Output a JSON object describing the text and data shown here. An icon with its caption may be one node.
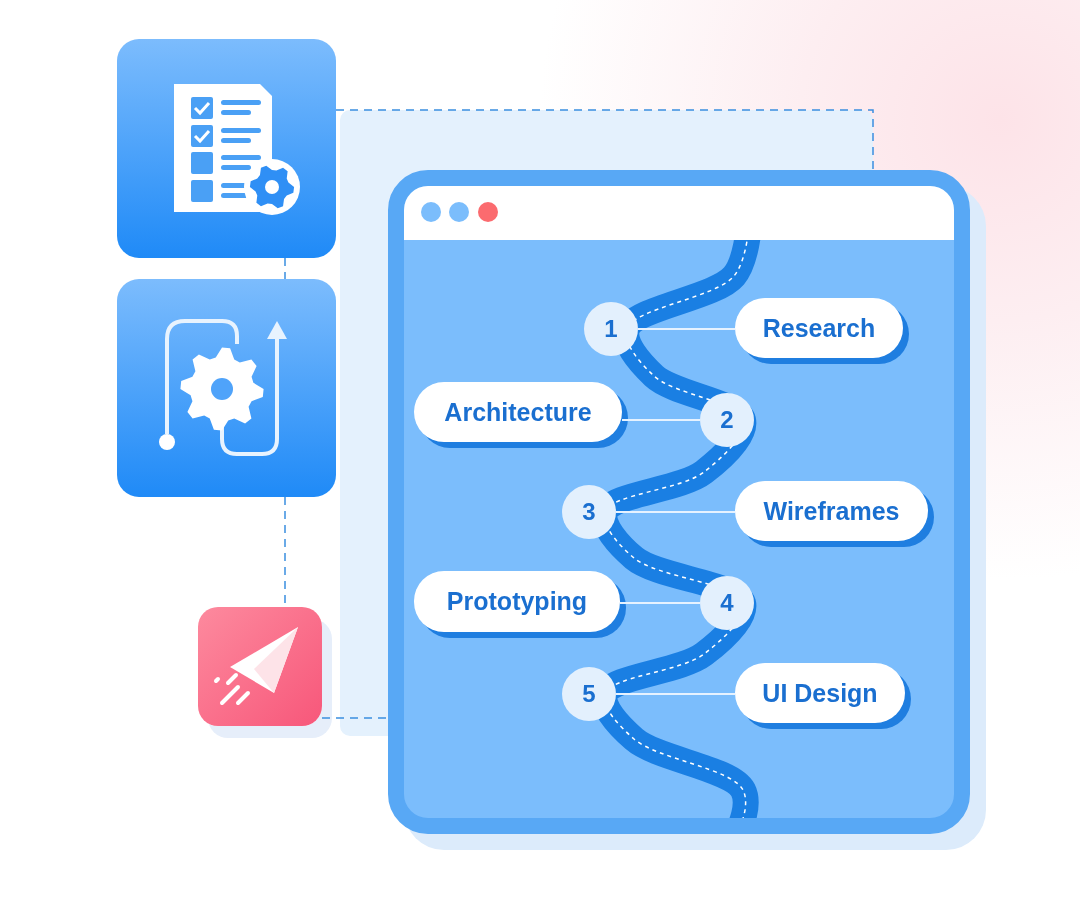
{
  "diagram": {
    "nodes": [
      {
        "text": [],
        "shape": "box"
      },
      {
        "text": [],
        "shape": "box"
      },
      {
        "text": [],
        "shape": "box"
      },
      {
        "text": [],
        "shape": "box"
      },
      {
        "text": [
          "1"
        ],
        "in": 3
      },
      {
        "text": [
          "2"
        ],
        "in": 3
      },
      {
        "text": [
          "3"
        ],
        "in": 3
      },
      {
        "text": [
          "4"
        ],
        "in": 3
      },
      {
        "text": [
          "5"
        ],
        "in": 3
      },
      {
        "text": [
          "Research"
        ],
        "in": 3
      },
      {
        "text": [
          "Architecture"
        ],
        "in": 3
      },
      {
        "text": [
          "Wireframes"
        ],
        "in": 3
      },
      {
        "text": [
          "Prototyping"
        ],
        "in": 3
      },
      {
        "text": [
          "UI Design"
        ],
        "in": 3
      }
    ],
    "edges": [
      {
        "from": 0,
        "to": 1,
        "arrow": "none",
        "style": "dashed",
        "color": "#3a8ee0"
      },
      {
        "from": 1,
        "to": 2,
        "arrow": "none",
        "style": "dashed",
        "color": "#3a8ee0"
      },
      {
        "from": 0,
        "to": 3,
        "arrow": "none",
        "style": "dashed",
        "color": "#3a8ee0"
      },
      {
        "from": 2,
        "to": 3,
        "arrow": "none",
        "style": "dashed",
        "color": "#3a8ee0"
      },
      {
        "from": 4,
        "to": 9,
        "arrow": "none"
      },
      {
        "from": 5,
        "to": 10,
        "arrow": "none"
      },
      {
        "from": 6,
        "to": 11,
        "arrow": "none"
      },
      {
        "from": 7,
        "to": 12,
        "arrow": "none"
      },
      {
        "from": 8,
        "to": 13,
        "arrow": "none"
      }
    ]
  }
}
